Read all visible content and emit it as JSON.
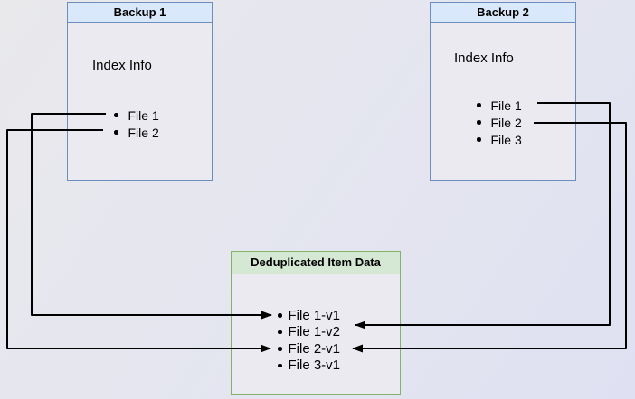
{
  "diagram": {
    "backup1": {
      "title": "Backup 1",
      "index_label": "Index Info",
      "items": [
        "File 1",
        "File 2"
      ]
    },
    "backup2": {
      "title": "Backup 2",
      "index_label": "Index Info",
      "items": [
        "File 1",
        "File 2",
        "File 3"
      ]
    },
    "dedup": {
      "title": "Deduplicated Item Data",
      "items": [
        "File 1-v1",
        "File 1-v2",
        "File 2-v1",
        "File 3-v1"
      ]
    },
    "connections": [
      {
        "from": "Backup 1 / File 1",
        "to": "Deduplicated Item Data / File 1-v1"
      },
      {
        "from": "Backup 1 / File 2",
        "to": "Deduplicated Item Data / File 2-v1"
      },
      {
        "from": "Backup 2 / File 1",
        "to": "Deduplicated Item Data / File 1-v2"
      },
      {
        "from": "Backup 2 / File 2",
        "to": "Deduplicated Item Data / File 2-v1"
      }
    ]
  },
  "colors": {
    "blue_border": "#6c8ebf",
    "blue_fill": "#dae8fc",
    "green_border": "#82b366",
    "green_fill": "#d5e8d4",
    "wire": "#000000"
  }
}
